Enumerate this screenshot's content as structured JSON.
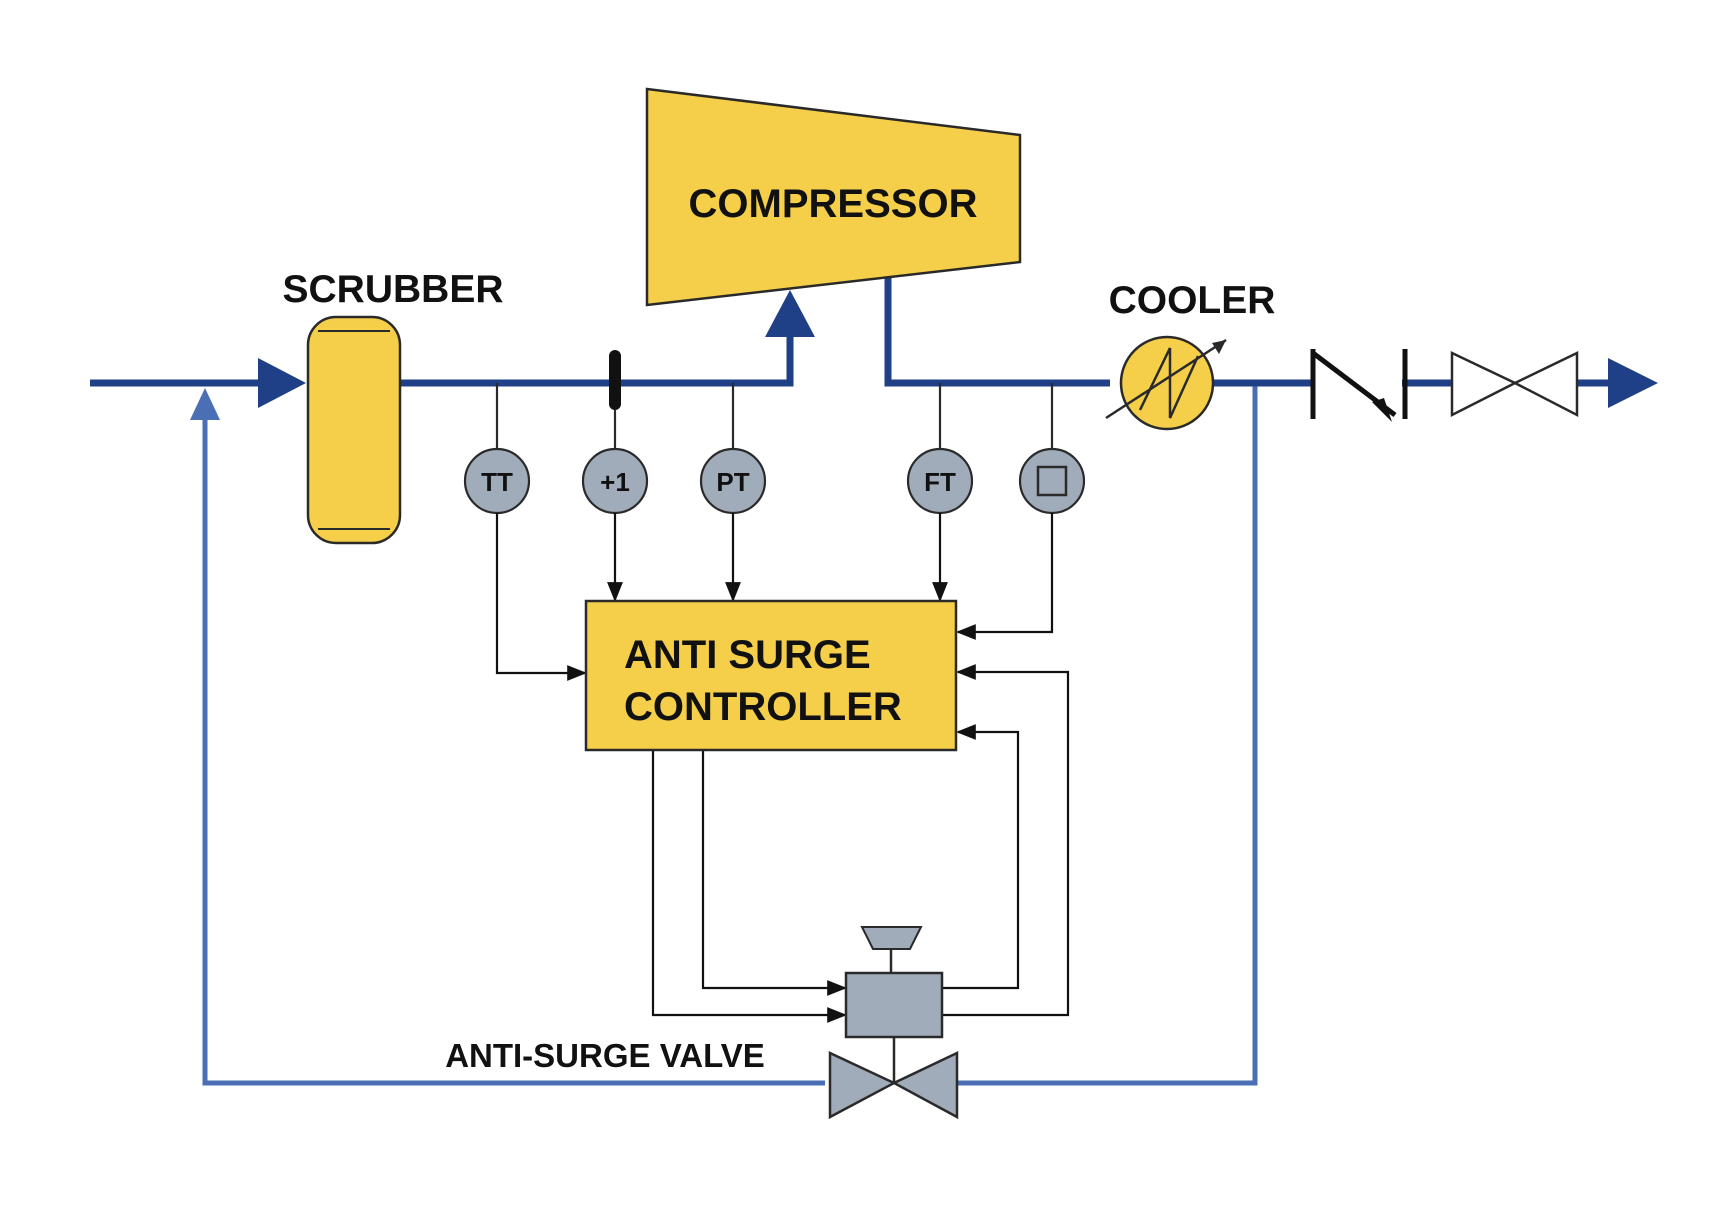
{
  "labels": {
    "compressor": "COMPRESSOR",
    "scrubber": "SCRUBBER",
    "cooler": "COOLER",
    "controller_line1": "ANTI SURGE",
    "controller_line2": "CONTROLLER",
    "valve": "ANTI-SURGE VALVE"
  },
  "instruments": [
    {
      "tag": "TT"
    },
    {
      "tag": "+1"
    },
    {
      "tag": "PT"
    },
    {
      "tag": "FT"
    },
    {
      "tag": ""
    }
  ],
  "colors": {
    "process_line": "#1f3f86",
    "recycle_line": "#4a6fb5",
    "equipment_fill": "#f6cf4a",
    "instrument_fill": "#a1acbb",
    "signal_line": "#111111"
  }
}
